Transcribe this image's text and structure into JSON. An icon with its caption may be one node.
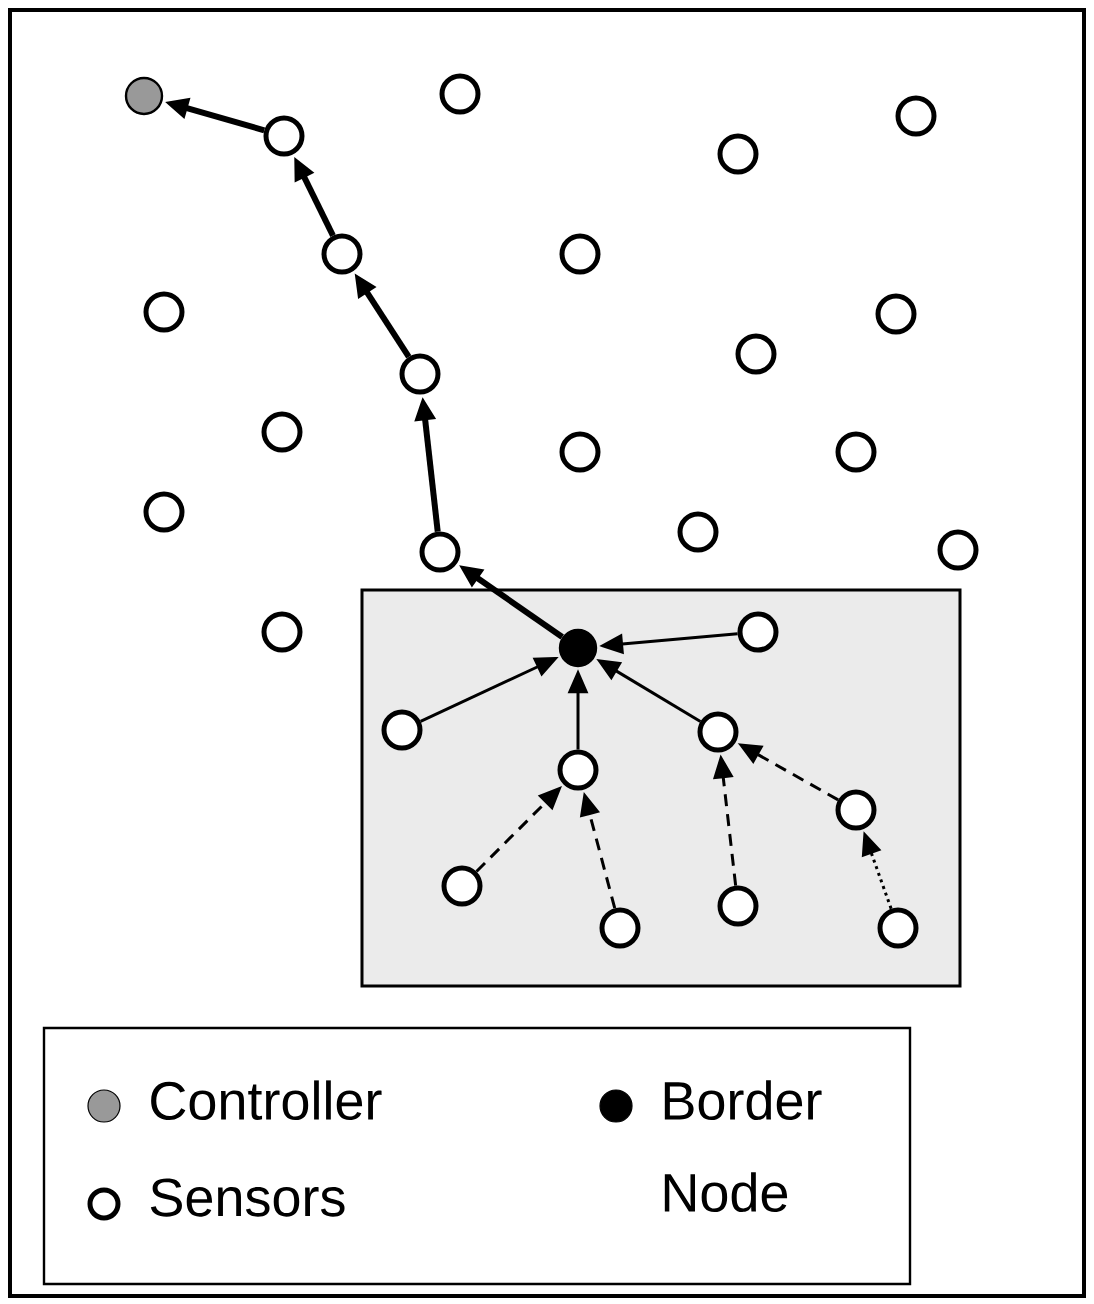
{
  "diagram": {
    "nodes": [
      {
        "text": [],
        "shape": "circle"
      },
      {
        "text": [],
        "shape": "circle"
      },
      {
        "text": [],
        "shape": "circle"
      },
      {
        "text": [],
        "shape": "circle"
      },
      {
        "text": [],
        "shape": "circle"
      },
      {
        "text": [],
        "shape": "circle"
      },
      {
        "text": [],
        "shape": "circle"
      },
      {
        "text": [],
        "shape": "circle"
      },
      {
        "text": [],
        "shape": "circle"
      },
      {
        "text": [],
        "shape": "circle"
      },
      {
        "text": [],
        "shape": "circle"
      },
      {
        "text": [],
        "shape": "circle"
      },
      {
        "text": [],
        "shape": "circle"
      },
      {
        "text": [],
        "shape": "circle"
      },
      {
        "text": [],
        "shape": "circle"
      },
      {
        "text": [],
        "shape": "circle"
      },
      {
        "text": [],
        "shape": "circle"
      },
      {
        "text": [],
        "shape": "circle"
      },
      {
        "text": [],
        "shape": "circle"
      },
      {
        "text": [],
        "shape": "box"
      },
      {
        "text": [],
        "shape": "circle",
        "in": 19
      },
      {
        "text": [],
        "shape": "circle",
        "in": 19
      },
      {
        "text": [],
        "shape": "circle",
        "in": 19
      },
      {
        "text": [],
        "shape": "circle",
        "in": 19
      },
      {
        "text": [],
        "shape": "circle",
        "in": 19
      },
      {
        "text": [],
        "shape": "circle",
        "in": 19
      },
      {
        "text": [],
        "shape": "circle",
        "in": 19
      },
      {
        "text": [],
        "shape": "circle",
        "in": 19
      },
      {
        "text": [],
        "shape": "circle",
        "in": 19
      },
      {
        "text": [],
        "shape": "circle",
        "in": 19
      }
    ],
    "edges": [
      {
        "from": 21,
        "to": 20,
        "arrow": "to"
      },
      {
        "from": 22,
        "to": 20,
        "arrow": "to"
      },
      {
        "from": 24,
        "to": 20,
        "arrow": "to"
      },
      {
        "from": 23,
        "to": 20,
        "arrow": "to"
      },
      {
        "from": 26,
        "to": 24,
        "arrow": "to",
        "style": "dashed"
      },
      {
        "from": 28,
        "to": 24,
        "arrow": "to",
        "style": "dashed"
      },
      {
        "from": 27,
        "to": 23,
        "arrow": "to",
        "style": "dashed"
      },
      {
        "from": 25,
        "to": 23,
        "arrow": "to",
        "style": "dashed"
      },
      {
        "from": 29,
        "to": 25,
        "arrow": "to",
        "style": "dashed"
      },
      {
        "from": 20,
        "to": 17,
        "arrow": "to",
        "style": "thick"
      },
      {
        "from": 17,
        "to": 10,
        "arrow": "to",
        "style": "thick"
      },
      {
        "from": 10,
        "to": 5,
        "arrow": "to",
        "style": "thick"
      },
      {
        "from": 5,
        "to": 3,
        "arrow": "to",
        "style": "thick"
      },
      {
        "from": 3,
        "to": 0,
        "arrow": "to",
        "style": "thick"
      }
    ],
    "legend": [
      {
        "text": "Controller",
        "color": "#999999"
      },
      {
        "text": "Sensors"
      },
      {
        "text": "Border Node",
        "color": "#000000"
      }
    ]
  }
}
